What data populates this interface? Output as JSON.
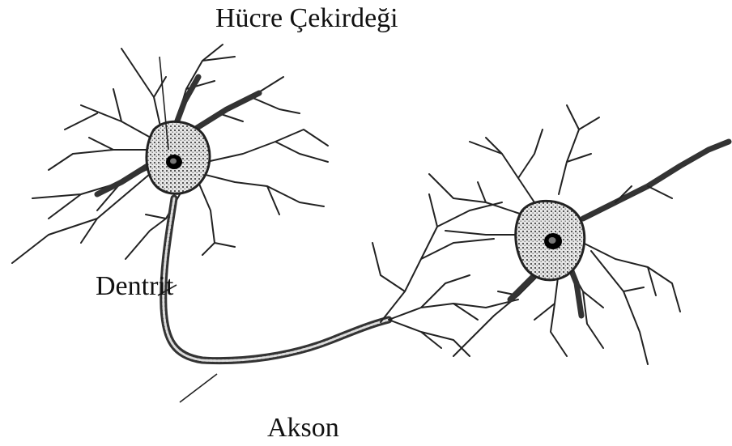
{
  "labels": {
    "nucleus": "Hücre Çekirdeği",
    "dendrite": "Dentrit",
    "axon": "Akson"
  },
  "colors": {
    "line": "#222222",
    "cell_fill": "#bdbdbd",
    "nucleus": "#000000"
  }
}
